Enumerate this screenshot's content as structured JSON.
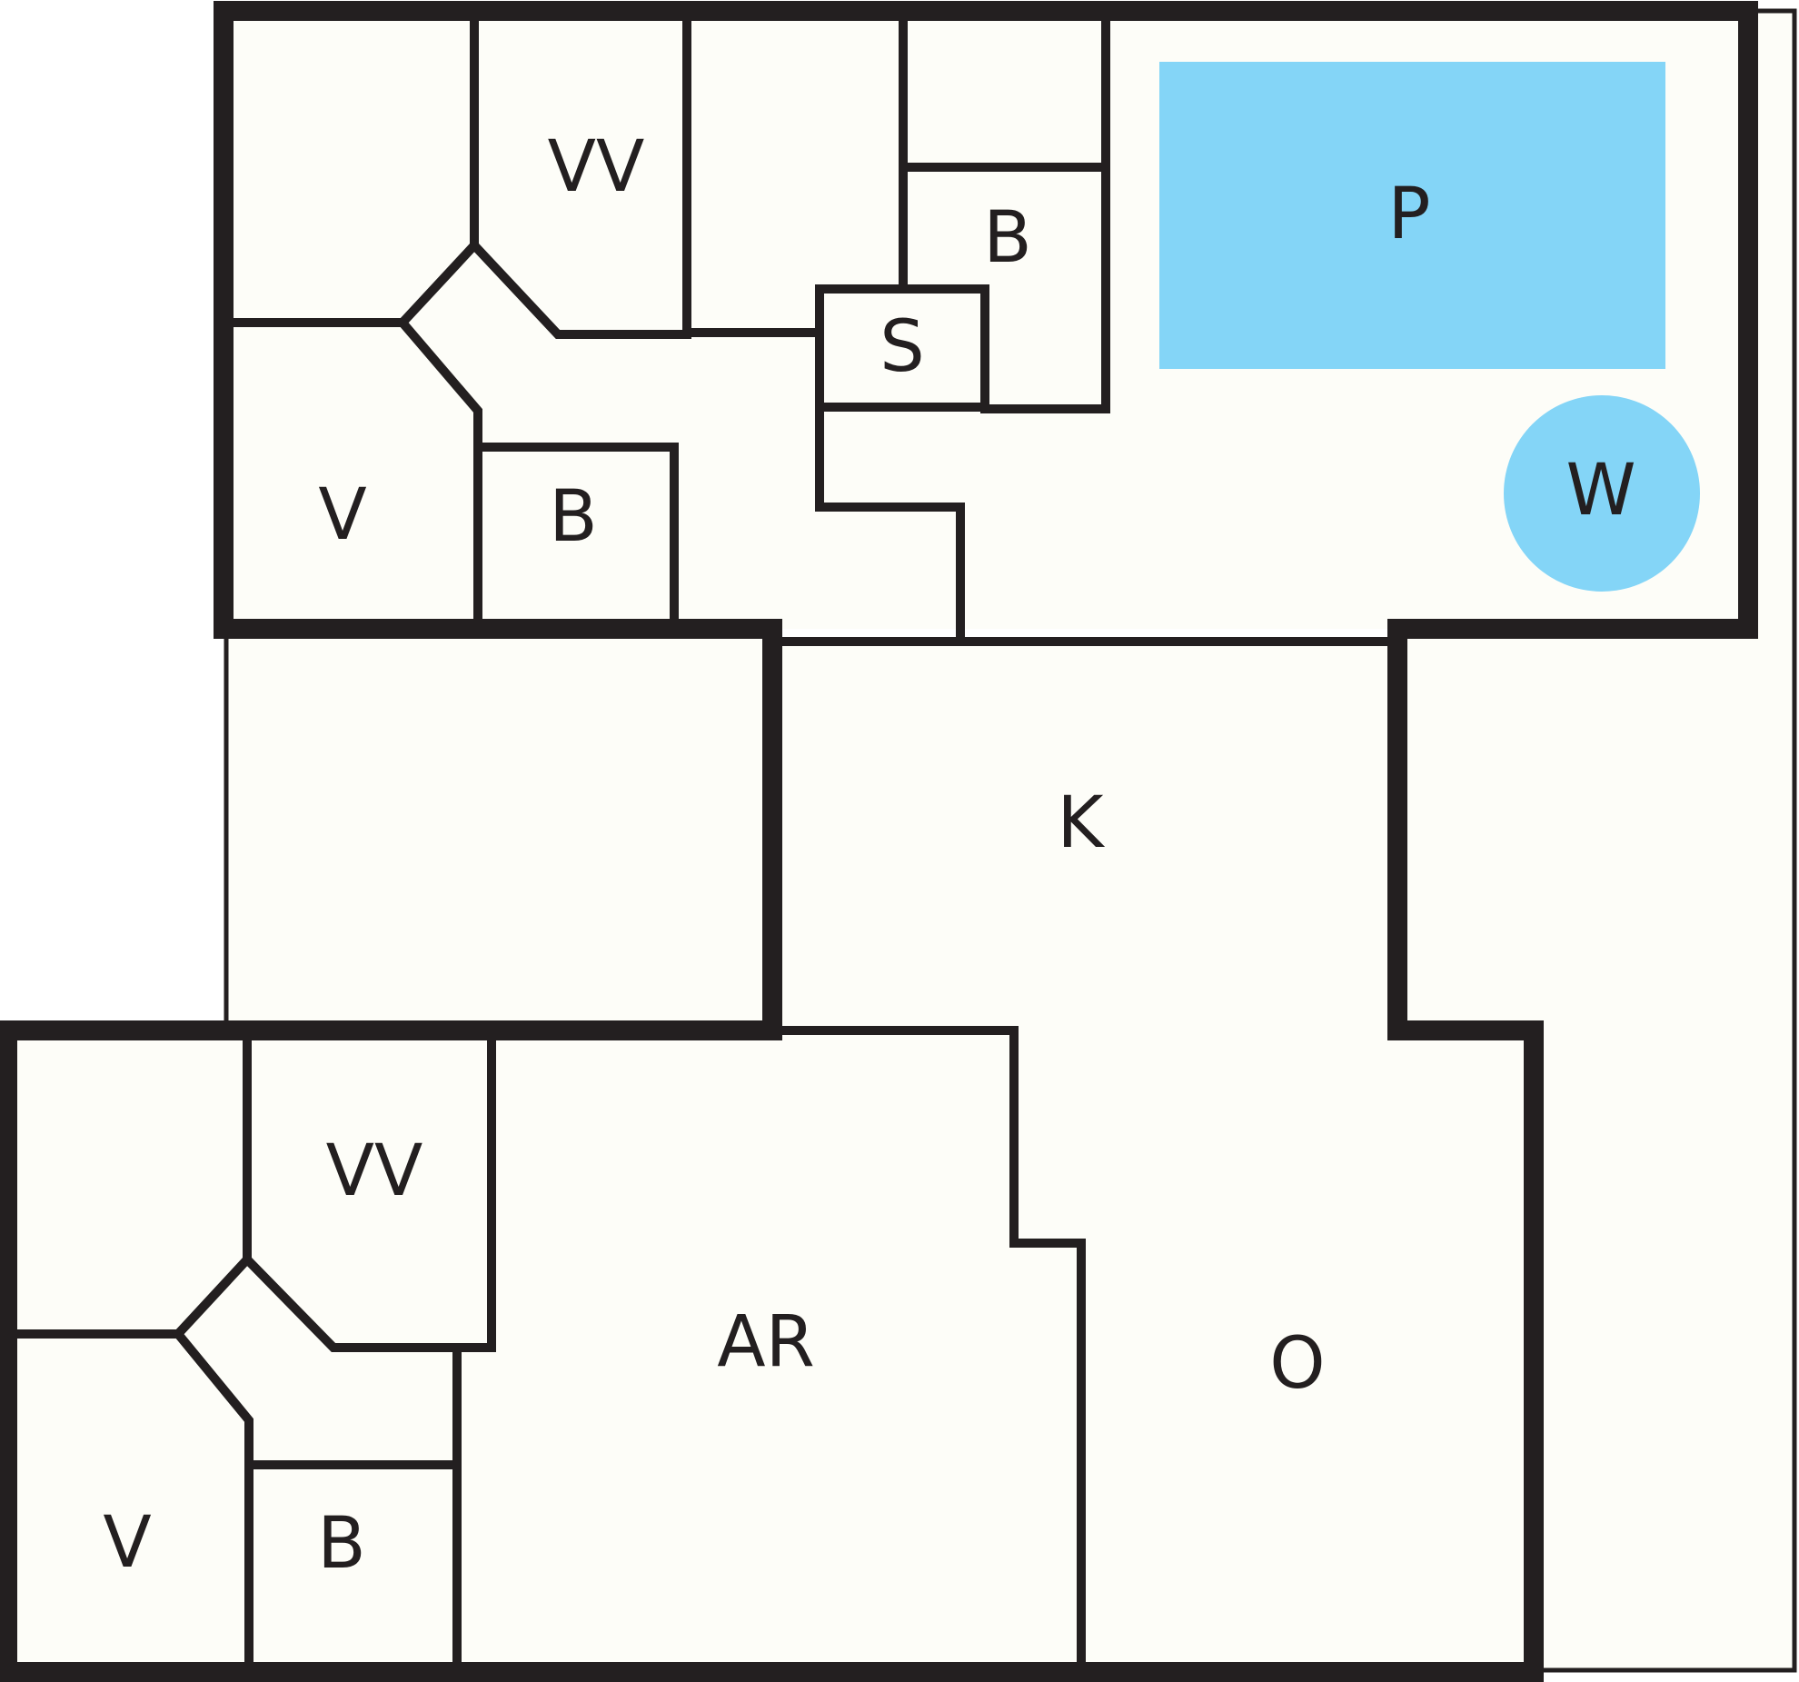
{
  "colors": {
    "floor": "#fdfdf8",
    "wall": "#231f20",
    "water": "#84d5f7"
  },
  "labels": {
    "upper_vv": "VV",
    "upper_b_top": "B",
    "upper_s": "S",
    "upper_v": "V",
    "upper_b_left": "B",
    "pool": "P",
    "whirlpool": "W",
    "kitchen": "K",
    "lower_vv": "VV",
    "lower_v": "V",
    "lower_b": "B",
    "ar": "AR",
    "o": "O"
  }
}
